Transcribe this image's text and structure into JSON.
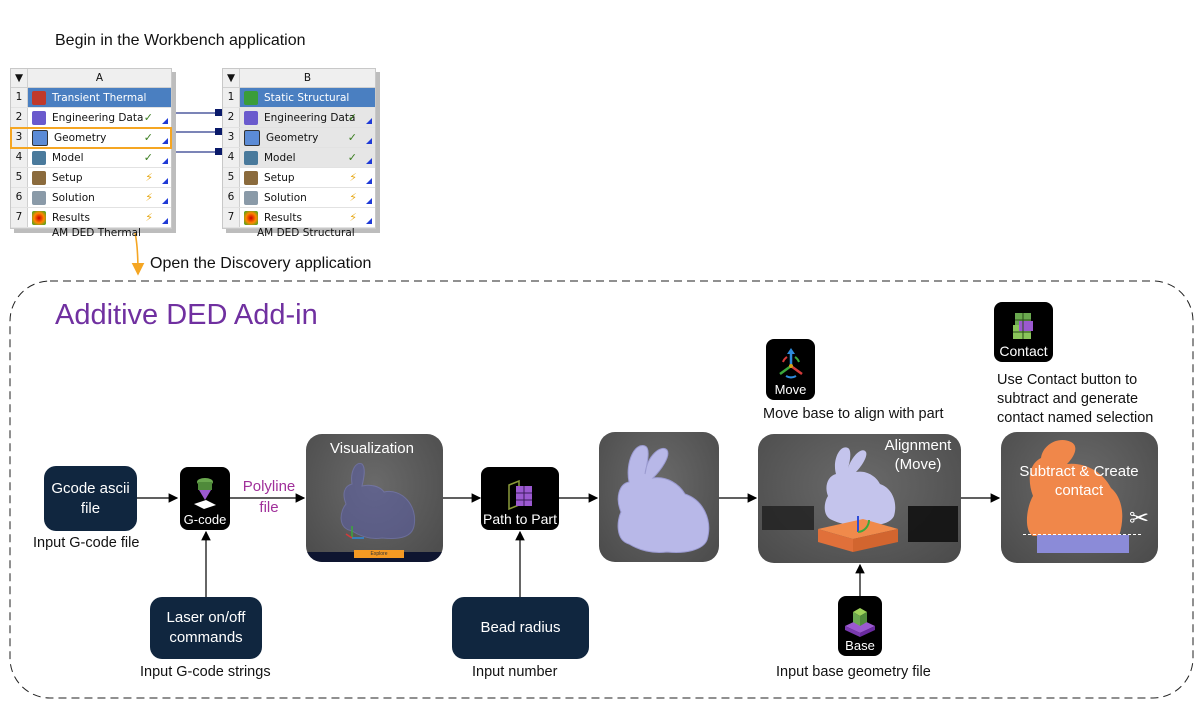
{
  "header": {
    "intro": "Begin in the Workbench application",
    "discovery": "Open the Discovery application"
  },
  "workbench": {
    "systems": [
      {
        "column": "A",
        "caption": "AM DED Thermal",
        "rows": [
          {
            "num": "1",
            "label": "Transient Thermal",
            "status": ""
          },
          {
            "num": "2",
            "label": "Engineering Data",
            "status": "✓"
          },
          {
            "num": "3",
            "label": "Geometry",
            "status": "✓"
          },
          {
            "num": "4",
            "label": "Model",
            "status": "✓"
          },
          {
            "num": "5",
            "label": "Setup",
            "status": "⚡"
          },
          {
            "num": "6",
            "label": "Solution",
            "status": "⚡"
          },
          {
            "num": "7",
            "label": "Results",
            "status": "⚡"
          }
        ]
      },
      {
        "column": "B",
        "caption": "AM DED Structural",
        "rows": [
          {
            "num": "1",
            "label": "Static Structural",
            "status": ""
          },
          {
            "num": "2",
            "label": "Engineering Data",
            "status": "✓"
          },
          {
            "num": "3",
            "label": "Geometry",
            "status": "✓"
          },
          {
            "num": "4",
            "label": "Model",
            "status": "✓"
          },
          {
            "num": "5",
            "label": "Setup",
            "status": "⚡"
          },
          {
            "num": "6",
            "label": "Solution",
            "status": "⚡"
          },
          {
            "num": "7",
            "label": "Results",
            "status": "⚡"
          }
        ]
      }
    ]
  },
  "addin": {
    "title": "Additive DED Add-in",
    "inputs": {
      "gcode_file": "Gcode ascii file",
      "gcode_file_caption": "Input G-code file",
      "laser": "Laser on/off commands",
      "laser_caption": "Input G-code strings",
      "bead": "Bead radius",
      "bead_caption": "Input number",
      "base_caption": "Input base geometry file"
    },
    "tools": {
      "gcode": "G-code",
      "path_to_part": "Path to Part",
      "move": "Move",
      "base": "Base",
      "contact": "Contact"
    },
    "polyline_label": "Polyline file",
    "screens": {
      "visualization": "Visualization",
      "alignment": "Alignment (Move)",
      "subtract": "Subtract & Create contact",
      "explore_tab": "Explore"
    },
    "move_caption": "Move base to align with part",
    "contact_caption": "Use Contact button to subtract and generate contact named selection"
  },
  "colors": {
    "accent_purple": "#7030a0",
    "navy": "#10263f",
    "orange": "#f5a623",
    "title_blue": "#4a7fc1"
  }
}
